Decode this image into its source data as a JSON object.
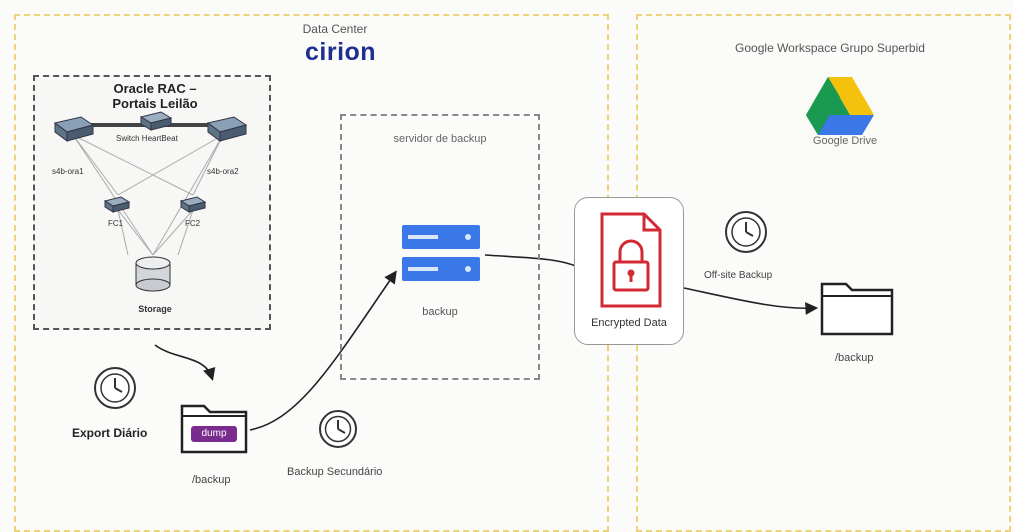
{
  "datacenter": {
    "title": "Data Center",
    "brand": "cirion",
    "brand_color": "#1f2f8f"
  },
  "workspace": {
    "title": "Google Workspace Grupo Superbid",
    "drive_label": "Google Drive"
  },
  "rac": {
    "title": "Oracle RAC –\nPortais Leilão",
    "switch_label": "Switch HeartBeat",
    "node1": "s4b-ora1",
    "node2": "s4b-ora2",
    "fc1": "FC1",
    "fc2": "FC2",
    "storage": "Storage"
  },
  "export": {
    "label": "Export Diário",
    "dump_badge": "dump",
    "path": "/backup"
  },
  "backup_server": {
    "title": "servidor de backup",
    "label": "backup"
  },
  "secondary": {
    "label": "Backup Secundário"
  },
  "encrypted": {
    "label": "Encrypted Data",
    "color": "#d22a34"
  },
  "offsite": {
    "label": "Off-site Backup",
    "path": "/backup"
  },
  "colors": {
    "zone_border": "#f0d27a",
    "server_blue": "#3b78e7"
  }
}
